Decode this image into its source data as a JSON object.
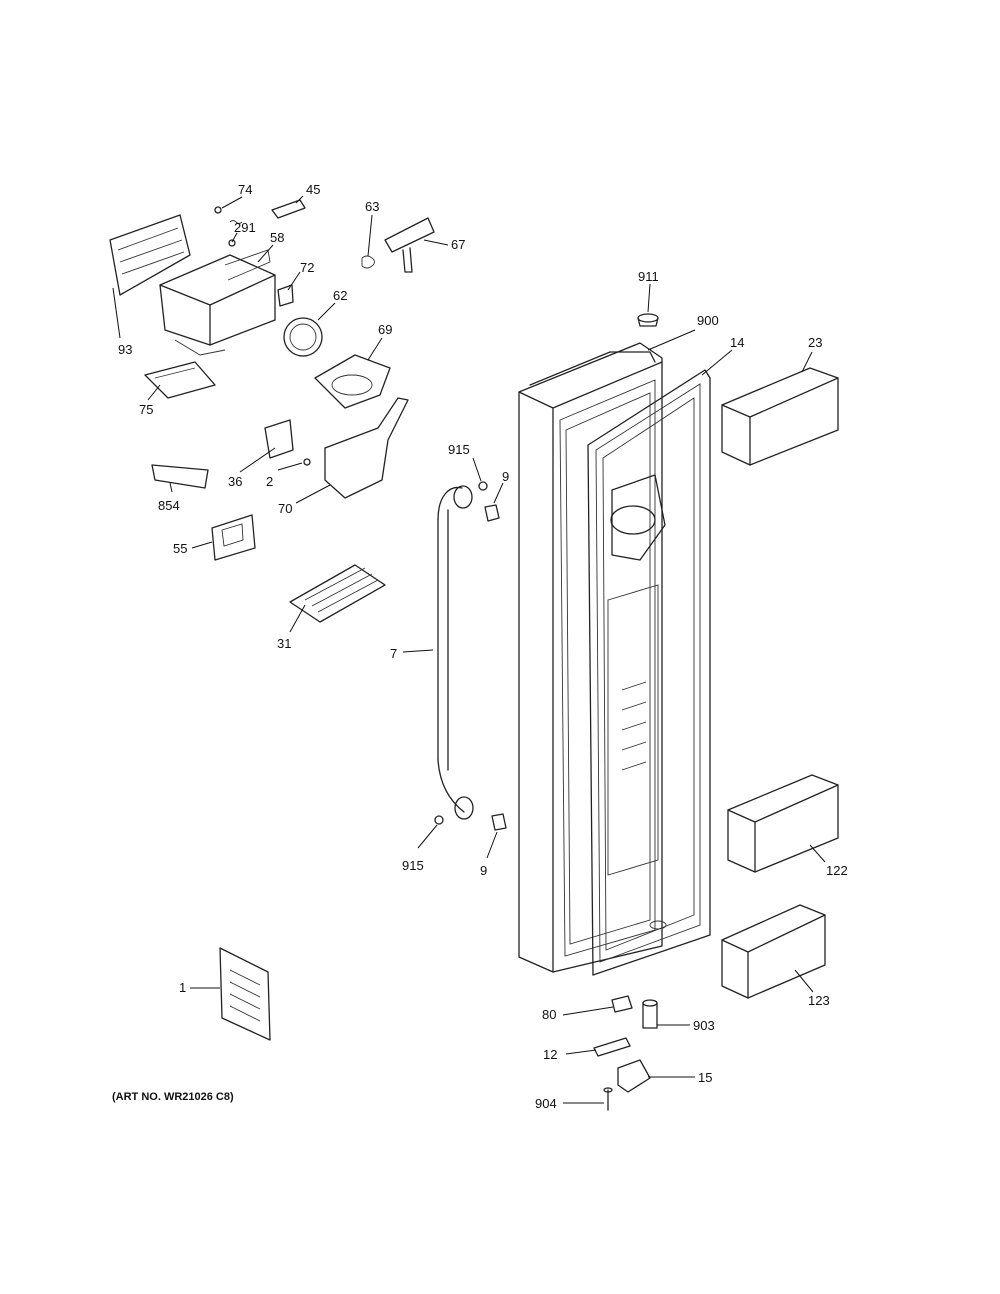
{
  "art_number": "(ART NO. WR21026 C8)",
  "labels": {
    "l74": "74",
    "l45": "45",
    "l291": "291",
    "l63": "63",
    "l67": "67",
    "l58": "58",
    "l72": "72",
    "l93": "93",
    "l62": "62",
    "l69": "69",
    "l75": "75",
    "l911": "911",
    "l900": "900",
    "l14": "14",
    "l23": "23",
    "l915a": "915",
    "l9a": "9",
    "l36": "36",
    "l2": "2",
    "l854": "854",
    "l70": "70",
    "l55": "55",
    "l31": "31",
    "l7": "7",
    "l915b": "915",
    "l9b": "9",
    "l122": "122",
    "l1": "1",
    "l123": "123",
    "l80": "80",
    "l903": "903",
    "l12": "12",
    "l15": "15",
    "l904": "904"
  }
}
